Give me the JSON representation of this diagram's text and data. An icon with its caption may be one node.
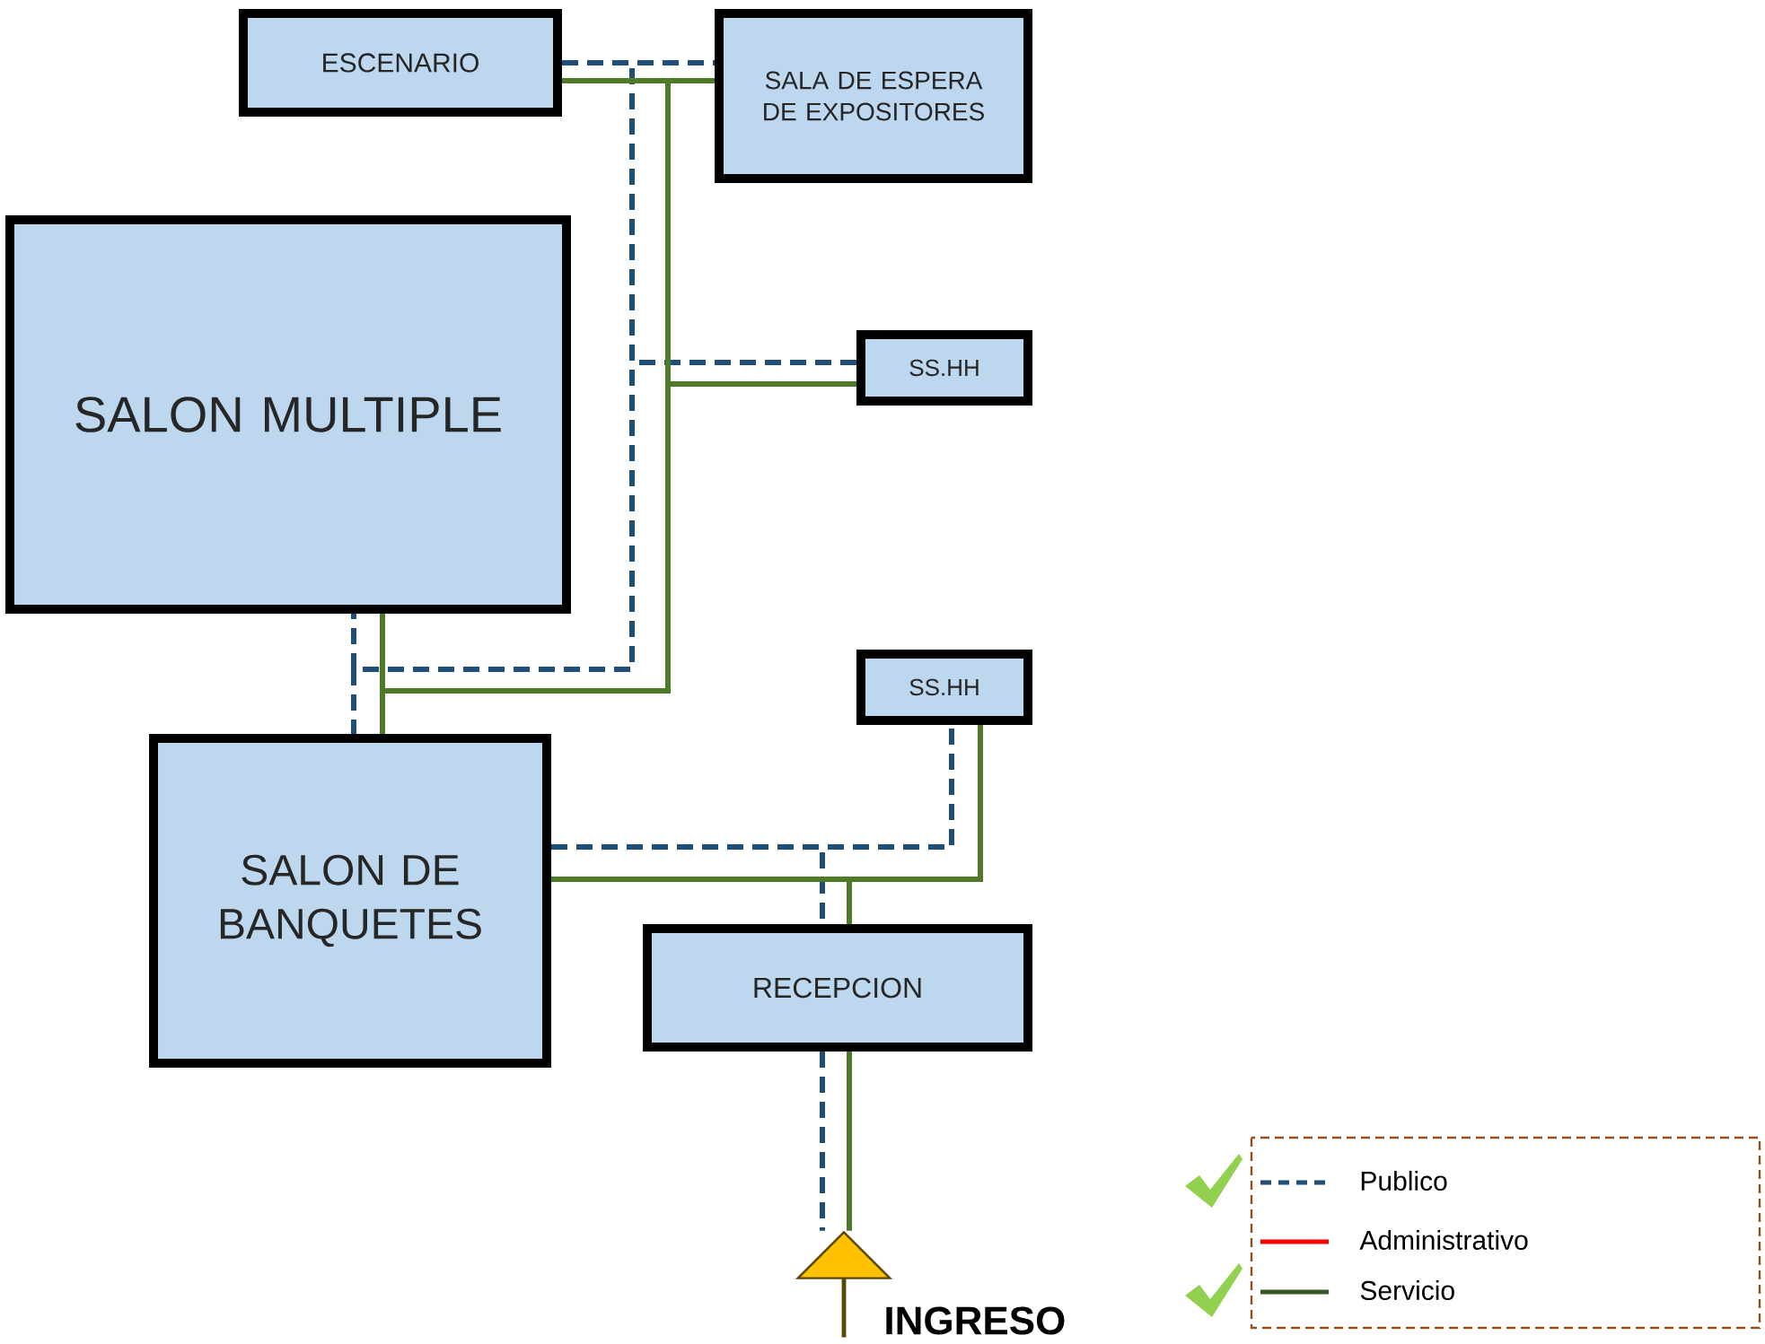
{
  "diagram": {
    "nodes": [
      {
        "text": [
          "ESCENARIO"
        ]
      },
      {
        "text": [
          "SALA DE ESPERA DE EXPOSITORES"
        ]
      },
      {
        "text": [
          "SALON MULTIPLE"
        ]
      },
      {
        "text": [
          "SS.HH"
        ]
      },
      {
        "text": [
          "SS.HH"
        ]
      },
      {
        "text": [
          "SALON DE BANQUETES"
        ]
      },
      {
        "text": [
          "RECEPCION"
        ]
      },
      {
        "text": [],
        "shape": "arrow",
        "beside": [
          "INGRESO"
        ]
      }
    ],
    "edges": [
      {
        "from": 0,
        "to": 1,
        "arrow": "none",
        "style": "dashed",
        "color": "#1f4e79"
      },
      {
        "from": 0,
        "to": 3,
        "arrow": "none",
        "style": "dashed",
        "color": "#1f4e79"
      },
      {
        "from": 0,
        "to": 2,
        "arrow": "none",
        "style": "dashed",
        "color": "#1f4e79"
      },
      {
        "from": 0,
        "to": 5,
        "arrow": "none",
        "style": "dashed",
        "color": "#1f4e79"
      },
      {
        "from": 0,
        "to": 1,
        "arrow": "none",
        "color": "#4f7a28"
      },
      {
        "from": 0,
        "to": 3,
        "arrow": "none",
        "color": "#4f7a28"
      },
      {
        "from": 0,
        "to": 2,
        "arrow": "none",
        "color": "#4f7a28"
      },
      {
        "from": 0,
        "to": 5,
        "arrow": "none",
        "color": "#4f7a28"
      },
      {
        "from": 5,
        "to": 4,
        "arrow": "none",
        "style": "dashed",
        "color": "#1f4e79"
      },
      {
        "from": 5,
        "to": 6,
        "arrow": "none",
        "style": "dashed",
        "color": "#1f4e79"
      },
      {
        "from": 6,
        "to": 7,
        "arrow": "none",
        "style": "dashed",
        "color": "#1f4e79"
      },
      {
        "from": 5,
        "to": 4,
        "arrow": "none",
        "color": "#4f7a28"
      },
      {
        "from": 5,
        "to": 6,
        "arrow": "none",
        "color": "#4f7a28"
      },
      {
        "from": 6,
        "to": 7,
        "arrow": "none",
        "color": "#4f7a28"
      }
    ],
    "legend": [
      {
        "text": "Publico"
      },
      {
        "text": "Administrativo"
      },
      {
        "text": "Servicio"
      }
    ]
  }
}
